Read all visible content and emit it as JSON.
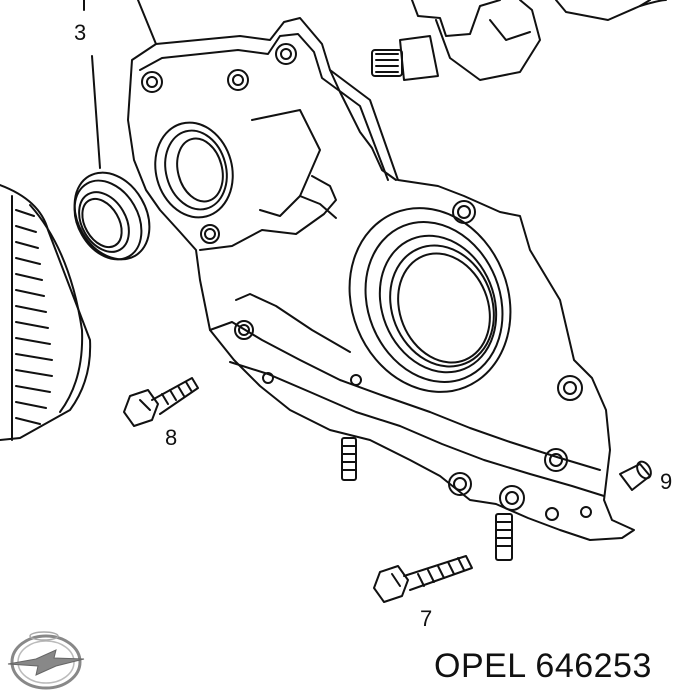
{
  "callouts": {
    "c3": "3",
    "c7": "7",
    "c8": "8",
    "c9": "9"
  },
  "caption": {
    "brand": "OPEL",
    "part_number": "646253"
  },
  "logo": {
    "icon": "opel-logo-icon"
  },
  "colors": {
    "line": "#111111",
    "background": "#ffffff"
  }
}
